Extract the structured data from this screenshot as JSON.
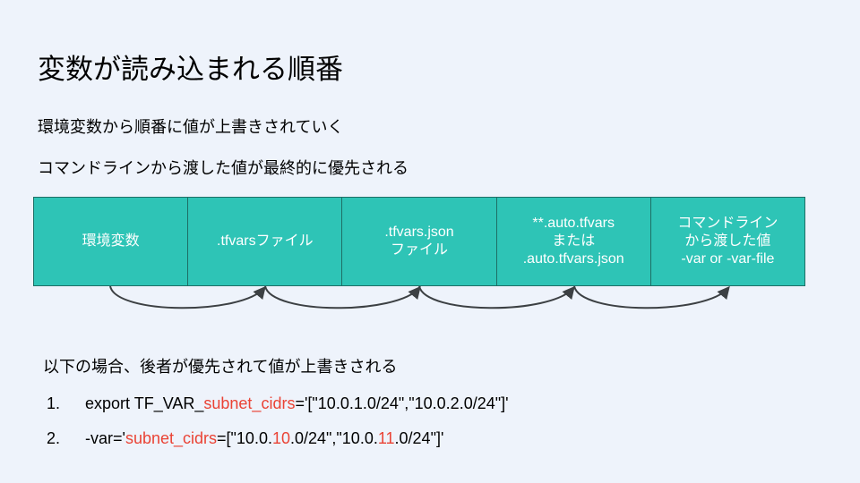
{
  "title": "変数が読み込まれる順番",
  "subtitle1": "環境変数から順番に値が上書きされていく",
  "subtitle2": "コマンドラインから渡した値が最終的に優先される",
  "flow": [
    {
      "lines": [
        "環境変数"
      ]
    },
    {
      "lines": [
        ".tfvarsファイル"
      ]
    },
    {
      "lines": [
        ".tfvars.json",
        "ファイル"
      ]
    },
    {
      "lines": [
        "**.auto.tfvars",
        "または",
        ".auto.tfvars.json"
      ]
    },
    {
      "lines": [
        "コマンドライン",
        "から渡した値",
        "-var or -var-file"
      ]
    }
  ],
  "example": {
    "heading": "以下の場合、後者が優先されて値が上書きされる",
    "item1": {
      "num": "1.",
      "pre": "export TF_VAR_",
      "var": "subnet_cidrs",
      "post": "='[\"10.0.1.0/24\",\"10.0.2.0/24\"]'"
    },
    "item2": {
      "num": "2.",
      "pre": "-var='",
      "var": "subnet_cidrs",
      "mid1": "=[\"10.0.",
      "hl1": "10",
      "mid2": ".0/24\",\"10.0.",
      "hl2": "11",
      "post": ".0/24\"]'"
    }
  },
  "colors": {
    "box_fill": "#2ec4b6",
    "box_border": "#1e6f66",
    "arrow": "#3c4043",
    "highlight": "#ea4335",
    "background": "#eef3fb"
  }
}
